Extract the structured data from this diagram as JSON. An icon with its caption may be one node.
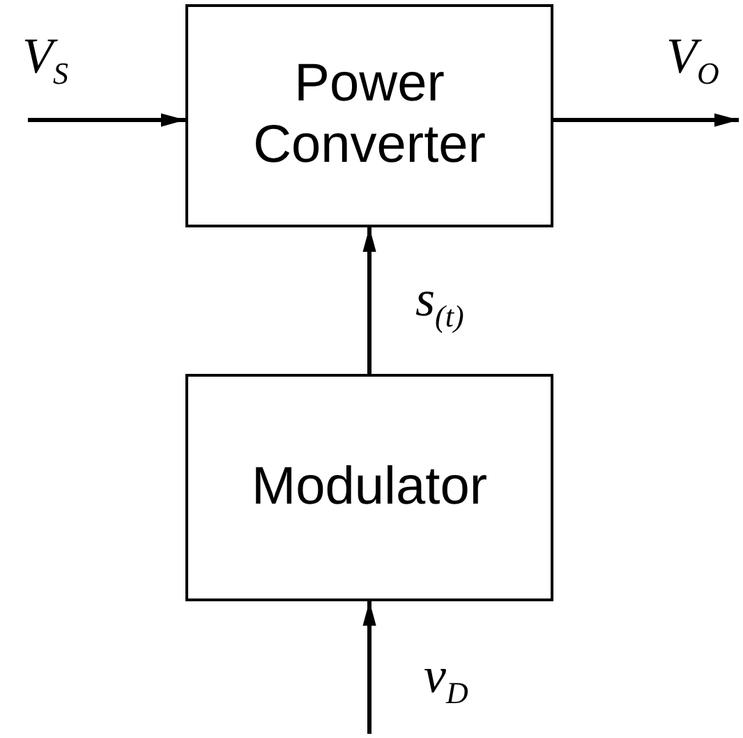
{
  "diagram": {
    "nodes": [
      {
        "text": [
          "Power Converter"
        ]
      },
      {
        "text": [
          "Modulator"
        ]
      }
    ],
    "edges": [
      {
        "from": null,
        "to": 0,
        "arrow": "to",
        "label": "V$_{S}$"
      },
      {
        "from": 0,
        "to": null,
        "arrow": "to",
        "label": "V$_{O}$"
      },
      {
        "from": 1,
        "to": 0,
        "arrow": "to",
        "label": "s$_{(t)}$"
      },
      {
        "from": null,
        "to": 1,
        "arrow": "to",
        "label": "v$_{D}$"
      }
    ]
  }
}
